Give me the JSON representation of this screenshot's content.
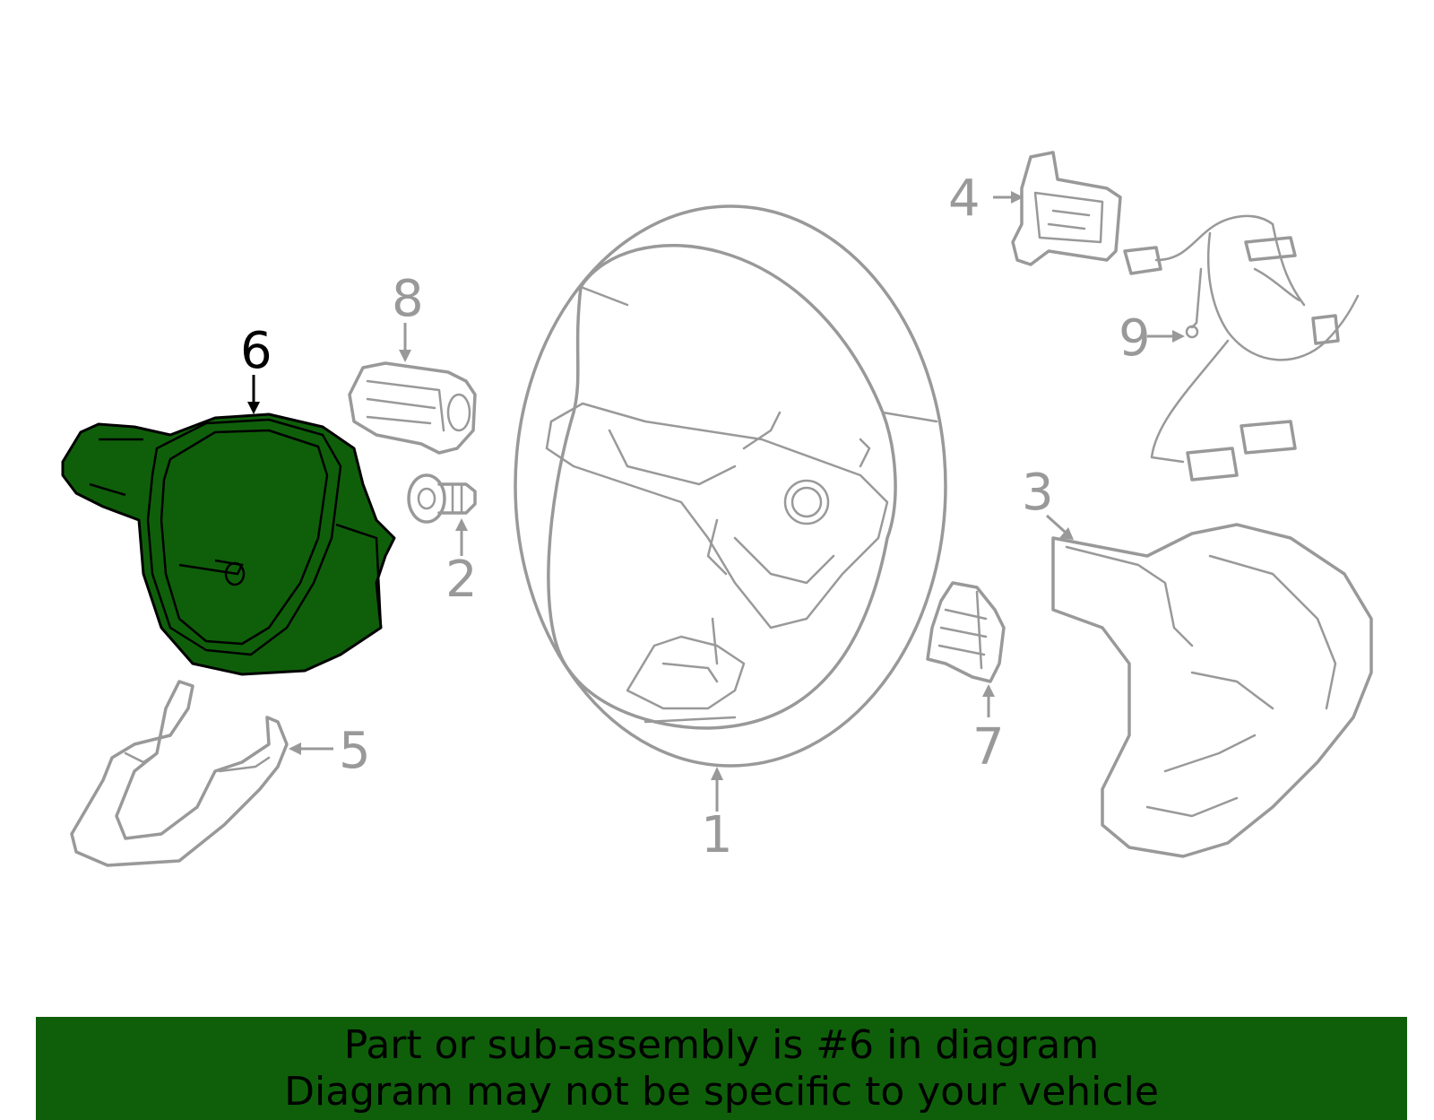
{
  "callouts": {
    "c1": "1",
    "c2": "2",
    "c3": "3",
    "c4": "4",
    "c5": "5",
    "c6": "6",
    "c7": "7",
    "c8": "8",
    "c9": "9"
  },
  "highlight": {
    "part": "6",
    "fill": "#0f5f0a",
    "outline": "#000000"
  },
  "colors": {
    "inactive_part": "#999999",
    "banner_bg": "#0f5f0a",
    "banner_text": "#000000"
  },
  "banner": {
    "line1": "Part or sub-assembly is #6 in diagram",
    "line2": "Diagram may not be specific to your vehicle"
  }
}
